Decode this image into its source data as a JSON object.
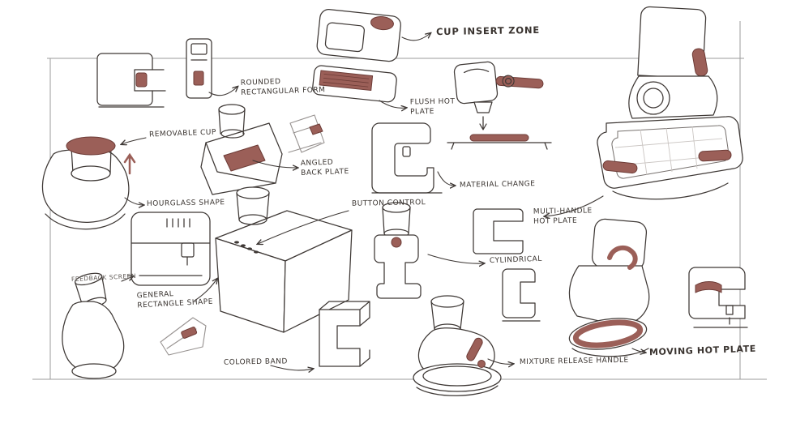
{
  "page": {
    "background": "#ffffff",
    "ink_color": "#3e3835",
    "accent_color": "#9b5f58",
    "guide_color": "#9b9b9b"
  },
  "annotations": {
    "cup_insert_zone": {
      "label": "CUP INSERT ZONE"
    },
    "rounded_rectangular_form": {
      "label": "ROUNDED\nRECTANGULAR FORM"
    },
    "flush_hot_plate": {
      "label": "FLUSH HOT\nPLATE"
    },
    "removable_cup": {
      "label": "REMOVABLE CUP"
    },
    "angled_back_plate": {
      "label": "ANGLED\nBACK PLATE"
    },
    "material_change": {
      "label": "MATERIAL CHANGE"
    },
    "hourglass_shape": {
      "label": "HOURGLASS SHAPE"
    },
    "button_control": {
      "label": "BUTTON CONTROL"
    },
    "multi_handle_hot_plate": {
      "label": "MULTI-HANDLE\nHOT PLATE"
    },
    "cylindrical": {
      "label": "CYLINDRICAL"
    },
    "feedback_screen": {
      "label": "FEEDBACK SCREEN"
    },
    "general_rectangle_shape": {
      "label": "GENERAL\nRECTANGLE SHAPE"
    },
    "colored_band": {
      "label": "COLORED BAND"
    },
    "mixture_release_handle": {
      "label": "MIXTURE RELEASE HANDLE"
    },
    "moving_hot_plate": {
      "label": "MOVING HOT PLATE"
    }
  }
}
